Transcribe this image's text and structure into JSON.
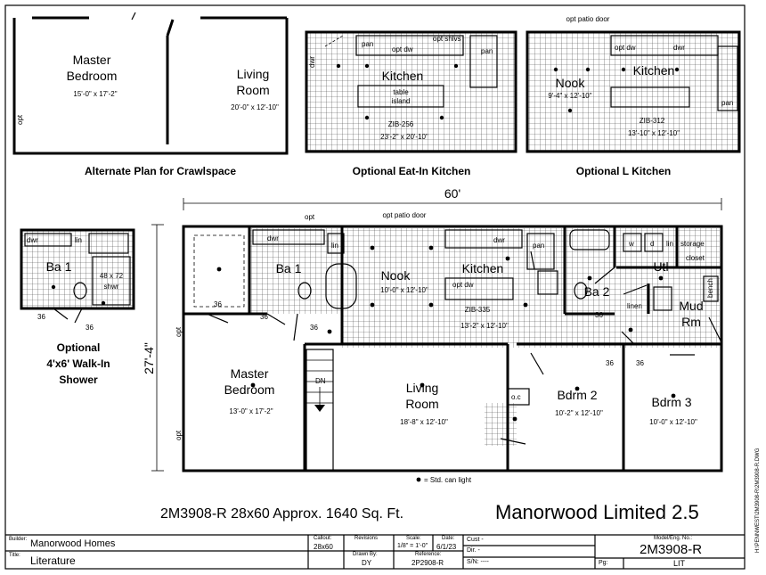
{
  "plan": {
    "alt_crawl": {
      "master": "Master",
      "bedroom": "Bedroom",
      "master_dim": "15'-0\" x 17'-2\"",
      "living": "Living",
      "room": "Room",
      "living_dim": "20'-0\" x 12'-10\"",
      "opt": "opt",
      "caption": "Alternate Plan for Crawlspace"
    },
    "eat_in": {
      "pan1": "pan",
      "opt_dw": "opt dw",
      "opt_shlvs": "opt shlvs",
      "pan2": "pan",
      "dwr": "dwr",
      "kitchen": "Kitchen",
      "table": "table",
      "island": "island",
      "code": "ZIB-256",
      "dim": "23'-2\" x 20'-10\"",
      "caption": "Optional Eat-In Kitchen"
    },
    "l_kitchen": {
      "patio": "opt patio door",
      "opt_dw": "opt dw",
      "dwr": "dwr",
      "nook": "Nook",
      "nook_dim": "9'-4\" x 12'-10\"",
      "kitchen": "Kitchen",
      "pan": "pan",
      "code": "ZIB-312",
      "dim": "13'-10\" x 12'-10\"",
      "caption": "Optional L Kitchen"
    },
    "walkin": {
      "lin": "lin",
      "dwr": "dwr",
      "ba": "Ba 1",
      "shwr_size": "48 x 72",
      "shwr": "shwr",
      "n36a": "36",
      "n36b": "36",
      "caption1": "Optional",
      "caption2": "4'x6' Walk-In",
      "caption3": "Shower"
    },
    "main": {
      "width_dim": "60'",
      "depth_dim": "27'-4\"",
      "opt1": "opt",
      "patio": "opt patio door",
      "dwr1": "dwr",
      "lin1": "lin",
      "ba1": "Ba 1",
      "n36": "36",
      "nook": "Nook",
      "nook_dim": "10'-0\" x 12'-10\"",
      "kitchen": "Kitchen",
      "opt_dw": "opt dw",
      "dwr2": "dwr",
      "pan": "pan",
      "code": "ZIB-335",
      "kitchen_dim": "13'-2\" x 12'-10\"",
      "w": "w",
      "d": "d",
      "lin2": "lin",
      "storage": "storage",
      "closet": "closet",
      "utl": "Utl",
      "ba2": "Ba 2",
      "linen": "linen",
      "bench": "bench",
      "mud": "Mud",
      "rm": "Rm",
      "opt2": "opt",
      "opt3": "opt",
      "master": "Master",
      "bedroom": "Bedroom",
      "master_dim": "13'-0\" x 17'-2\"",
      "dn": "DN",
      "living": "Living",
      "room": "Room",
      "living_dim": "18'-8\" x 12'-10\"",
      "oc": "o.c",
      "bdrm2": "Bdrm 2",
      "bdrm2_dim": "10'-2\" x 12'-10\"",
      "bdrm3": "Bdrm 3",
      "bdrm3_dim": "10'-0\" x 12'-10\"",
      "legend": "= Std. can light"
    }
  },
  "title": {
    "model_line": "2M3908-R 28x60  Approx. 1640 Sq. Ft.",
    "series": "Manorwood Limited 2.5"
  },
  "title_block": {
    "builder_label": "Builder:",
    "builder": "Manorwood Homes",
    "title_label": "Title:",
    "title": "Literature",
    "callout_label": "Callout:",
    "callout": "28x60",
    "revisions_label": "Revisions",
    "scale_label": "Scale:",
    "scale": "1/8\" = 1'-0\"",
    "date_label": "Date:",
    "date": "6/1/23",
    "drawn_label": "Drawn By:",
    "drawn": "DY",
    "reference_label": "Reference:",
    "reference": "2P2908-R",
    "cust": "Cust -",
    "dir": "Dir. -",
    "sn": "S/N: ----",
    "pg": "Pg:",
    "model_label": "Model/Eng. No.:",
    "model": "2M3908-R",
    "lit": "LIT"
  },
  "side_note": "H:\\PENNWEST\\2M3908-R\\2M3908-R.DWG"
}
